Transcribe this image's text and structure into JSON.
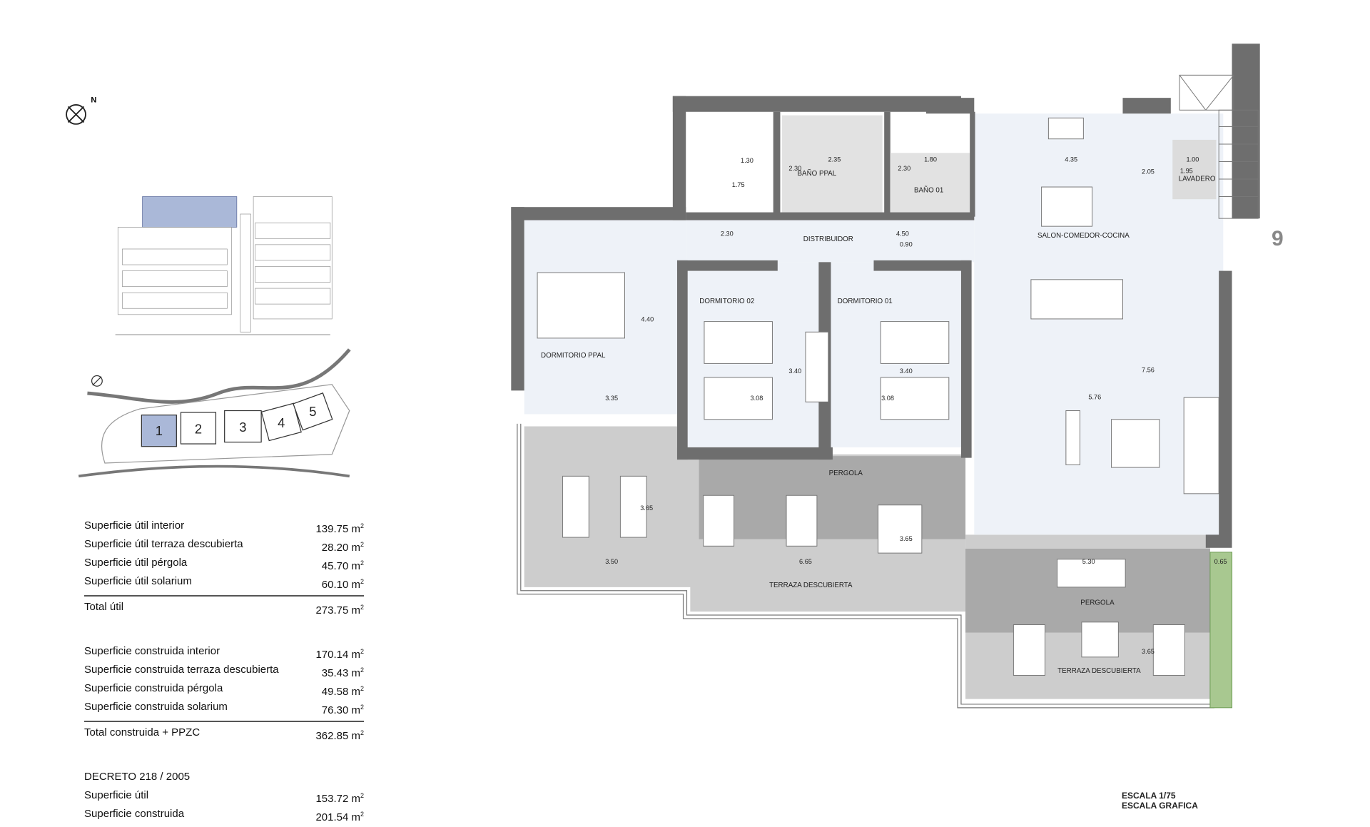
{
  "compass": {
    "north_label": "N"
  },
  "site_plan": {
    "buildings": [
      "1",
      "2",
      "3",
      "4",
      "5"
    ],
    "highlighted": "1",
    "highlight_color": "#aab8d8"
  },
  "unit_number": "9",
  "rooms": {
    "dormitorio_ppal": "DORMITORIO PPAL",
    "dormitorio_02": "DORMITORIO 02",
    "dormitorio_01": "DORMITORIO 01",
    "bano_ppal": "BAÑO PPAL",
    "bano_01": "BAÑO 01",
    "distribuidor": "DISTRIBUIDOR",
    "salon": "SALON-COMEDOR-COCINA",
    "lavadero": "LAVADERO",
    "pergola_1": "PERGOLA",
    "pergola_2": "PERGOLA",
    "terraza_1": "TERRAZA DESCUBIERTA",
    "terraza_2": "TERRAZA DESCUBIERTA"
  },
  "dimensions": [
    "1.30",
    "1.75",
    "2.35",
    "2.30",
    "2.30",
    "1.80",
    "4.35",
    "2.05",
    "1.00",
    "1.95",
    "2.30",
    "4.50",
    "0.90",
    "4.40",
    "3.40",
    "3.40",
    "3.35",
    "3.08",
    "3.08",
    "7.56",
    "5.76",
    "3.65",
    "3.65",
    "3.50",
    "6.65",
    "5.30",
    "0.65",
    "3.65"
  ],
  "areas": {
    "util": [
      {
        "label": "Superficie útil interior",
        "value": "139.75 m",
        "unit_sup": "2"
      },
      {
        "label": "Superficie útil terraza descubierta",
        "value": "28.20 m",
        "unit_sup": "2"
      },
      {
        "label": "Superficie útil pérgola",
        "value": "45.70 m",
        "unit_sup": "2"
      },
      {
        "label": "Superficie útil solarium",
        "value": "60.10 m",
        "unit_sup": "2"
      }
    ],
    "util_total": {
      "label": "Total útil",
      "value": "273.75 m",
      "unit_sup": "2"
    },
    "construida": [
      {
        "label": "Superficie construida interior",
        "value": "170.14 m",
        "unit_sup": "2"
      },
      {
        "label": "Superficie construida terraza descubierta",
        "value": "35.43 m",
        "unit_sup": "2"
      },
      {
        "label": "Superficie construida pérgola",
        "value": "49.58 m",
        "unit_sup": "2"
      },
      {
        "label": "Superficie construida solarium",
        "value": "76.30 m",
        "unit_sup": "2"
      }
    ],
    "construida_total": {
      "label": "Total construida + PPZC",
      "value": "362.85 m",
      "unit_sup": "2"
    },
    "decreto": {
      "title": "DECRETO 218 / 2005",
      "rows": [
        {
          "label": "Superficie útil",
          "value": "153.72 m",
          "unit_sup": "2"
        },
        {
          "label": "Superficie construida",
          "value": "201.54 m",
          "unit_sup": "2"
        }
      ]
    }
  },
  "scale": {
    "line1": "ESCALA 1/75",
    "line2": "ESCALA GRAFICA"
  },
  "colors": {
    "wall": "#6e6e6e",
    "interior": "#eef2f8",
    "terrace": "#cdcdcd",
    "pergola": "#a9a9a9",
    "planter": "#8fb870"
  }
}
